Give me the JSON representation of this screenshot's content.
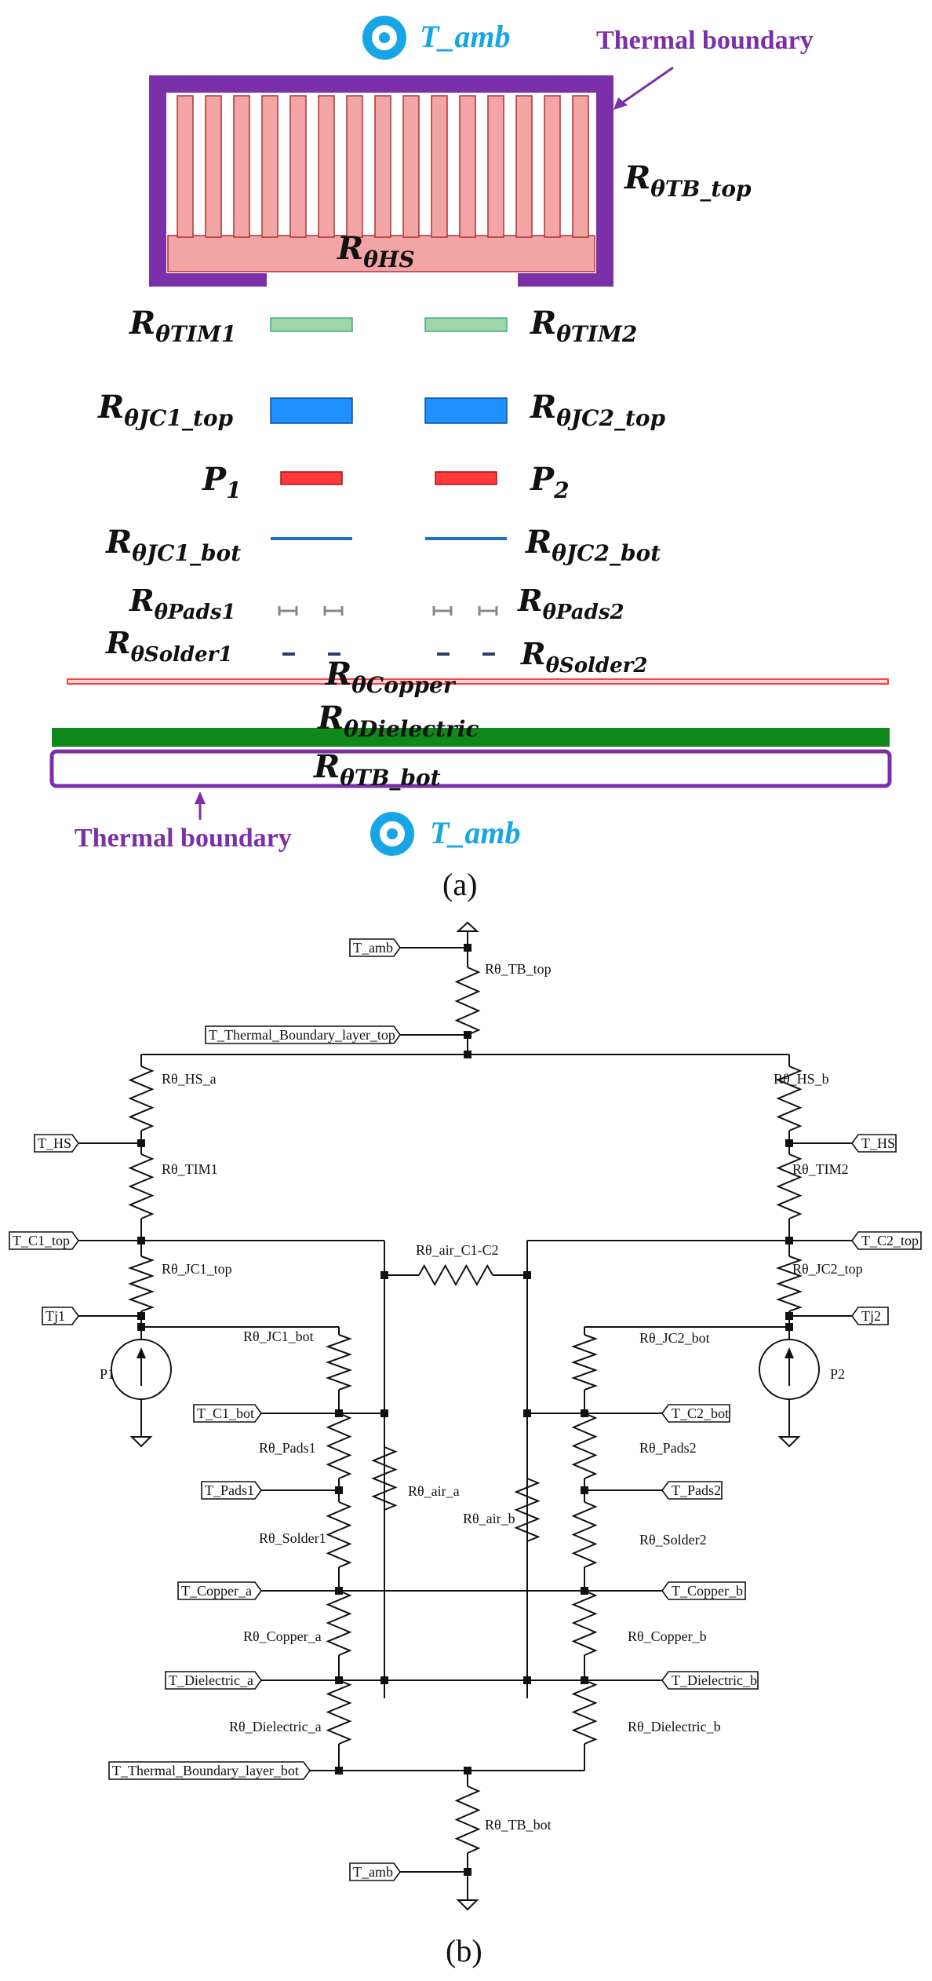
{
  "part_a": {
    "ambient_top": "T_amb",
    "ambient_bottom": "T_amb",
    "boundary_label_top": "Thermal boundary",
    "boundary_label_bottom": "Thermal boundary",
    "colors": {
      "boundary": "#7b2fa8",
      "heatsink": "#f3a5a5",
      "tim": "#9fd6a8",
      "jc": "#1e90ff",
      "power": "#ff3b3b",
      "copper": "#ff4040",
      "dielectric": "#0f8a1a",
      "ambient": "#16a6e6"
    },
    "labels": {
      "rtb_top": {
        "base": "R",
        "sub": "θTB_top"
      },
      "rhs": {
        "base": "R",
        "sub": "θHS"
      },
      "rtim1": {
        "base": "R",
        "sub": "θTIM1"
      },
      "rtim2": {
        "base": "R",
        "sub": "θTIM2"
      },
      "rjc1_top": {
        "base": "R",
        "sub": "θJC1_top"
      },
      "rjc2_top": {
        "base": "R",
        "sub": "θJC2_top"
      },
      "p1": {
        "base": "P",
        "sub": "1"
      },
      "p2": {
        "base": "P",
        "sub": "2"
      },
      "rjc1_bot": {
        "base": "R",
        "sub": "θJC1_bot"
      },
      "rjc2_bot": {
        "base": "R",
        "sub": "θJC2_bot"
      },
      "rpads1": {
        "base": "R",
        "sub": "θPads1"
      },
      "rpads2": {
        "base": "R",
        "sub": "θPads2"
      },
      "rsolder1": {
        "base": "R",
        "sub": "θSolder1"
      },
      "rsolder2": {
        "base": "R",
        "sub": "θSolder2"
      },
      "rcopper": {
        "base": "R",
        "sub": "θCopper"
      },
      "rdielectric": {
        "base": "R",
        "sub": "θDielectric"
      },
      "rtb_bot": {
        "base": "R",
        "sub": "θTB_bot"
      }
    },
    "caption": "(a)"
  },
  "part_b": {
    "ports": {
      "t_amb_top": "T_amb",
      "t_tb_top": "T_Thermal_Boundary_layer_top",
      "t_hs_left": "T_HS",
      "t_hs_right": "T_HS",
      "t_c1_top": "T_C1_top",
      "t_c2_top": "T_C2_top",
      "tj1": "Tj1",
      "tj2": "Tj2",
      "t_c1_bot": "T_C1_bot",
      "t_c2_bot": "T_C2_bot",
      "t_pads1": "T_Pads1",
      "t_pads2": "T_Pads2",
      "t_copper_a": "T_Copper_a",
      "t_copper_b": "T_Copper_b",
      "t_dielectric_a": "T_Dielectric_a",
      "t_dielectric_b": "T_Dielectric_b",
      "t_tb_bot": "T_Thermal_Boundary_layer_bot",
      "t_amb_bot": "T_amb"
    },
    "resistors": {
      "tb_top": "Rθ_TB_top",
      "hs_a": "Rθ_HS_a",
      "hs_b": "Rθ_HS_b",
      "tim1": "Rθ_TIM1",
      "tim2": "Rθ_TIM2",
      "jc1_top": "Rθ_JC1_top",
      "jc2_top": "Rθ_JC2_top",
      "air_c1c2": "Rθ_air_C1-C2",
      "jc1_bot": "Rθ_JC1_bot",
      "jc2_bot": "Rθ_JC2_bot",
      "pads1": "Rθ_Pads1",
      "pads2": "Rθ_Pads2",
      "air_a": "Rθ_air_a",
      "air_b": "Rθ_air_b",
      "solder1": "Rθ_Solder1",
      "solder2": "Rθ_Solder2",
      "copper_a": "Rθ_Copper_a",
      "copper_b": "Rθ_Copper_b",
      "dielectric_a": "Rθ_Dielectric_a",
      "dielectric_b": "Rθ_Dielectric_b",
      "tb_bot": "Rθ_TB_bot"
    },
    "sources": {
      "p1": "P1",
      "p2": "P2"
    },
    "caption": "(b)"
  }
}
